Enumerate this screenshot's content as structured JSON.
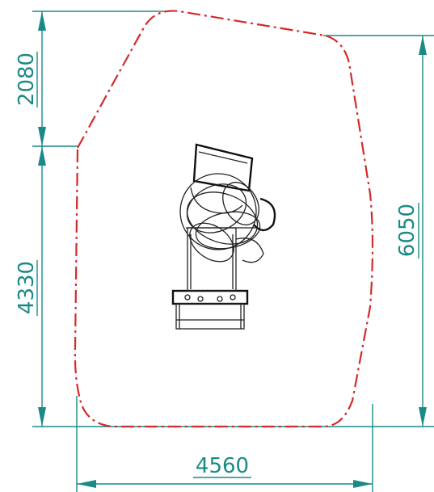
{
  "drawing": {
    "dimensions": {
      "top_height": "2080",
      "bottom_height": "4330",
      "total_height": "6050",
      "width": "4560"
    },
    "colors": {
      "dimension": "#1a8a86",
      "envelope": "#d42a2a",
      "robot": "#222222"
    }
  }
}
